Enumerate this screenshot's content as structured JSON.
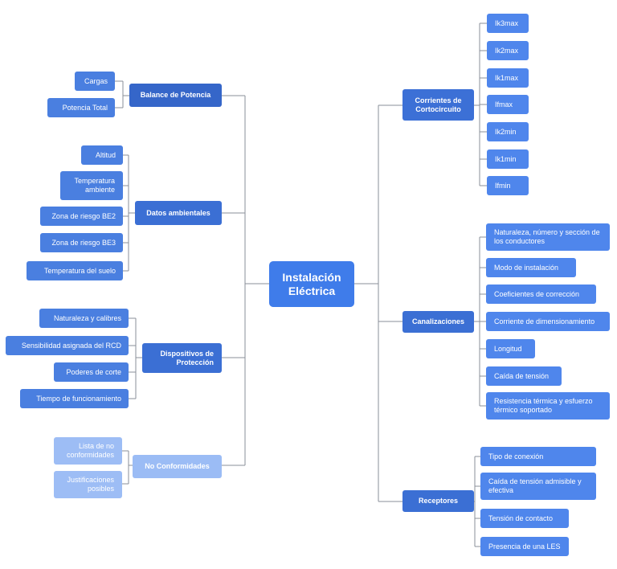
{
  "root": {
    "label": "Instalación Eléctrica"
  },
  "branches": {
    "balance": {
      "label": "Balance de Potencia",
      "items": [
        "Cargas",
        "Potencia Total"
      ]
    },
    "ambientales": {
      "label": "Datos ambientales",
      "items": [
        "Altitud",
        "Temperatura ambiente",
        "Zona de riesgo BE2",
        "Zona de riesgo BE3",
        "Temperatura del suelo"
      ]
    },
    "proteccion": {
      "label": "Dispositivos de Protección",
      "items": [
        "Naturaleza y calibres",
        "Sensibilidad asignada del RCD",
        "Poderes de corte",
        "Tiempo de funcionamiento"
      ]
    },
    "noconf": {
      "label": "No Conformidades",
      "items": [
        "Lista de no conformidades",
        "Justificaciones posibles"
      ]
    },
    "corrientes": {
      "label": "Corrientes de Cortocircuito",
      "items": [
        "Ik3max",
        "Ik2max",
        "Ik1max",
        "Ifmax",
        "Ik2min",
        "Ik1min",
        "Ifmin"
      ]
    },
    "canalizaciones": {
      "label": "Canalizaciones",
      "items": [
        "Naturaleza, número y sección de los conductores",
        "Modo de instalación",
        "Coeficientes de corrección",
        "Corriente de dimensionamiento",
        "Longitud",
        "Caída de tensión",
        "Resistencia térmica y esfuerzo térmico soportado"
      ]
    },
    "receptores": {
      "label": "Receptores",
      "items": [
        "Tipo de conexión",
        "Caída de tensión admisible y efectiva",
        "Tensión de contacto",
        "Presencia de una LES"
      ]
    }
  },
  "colors": {
    "root": "#3f7cea",
    "branch": "#3b6fd4",
    "leaf": "#4a7fe0",
    "pale": "#9dbdf5",
    "connector": "#8a8f99"
  }
}
